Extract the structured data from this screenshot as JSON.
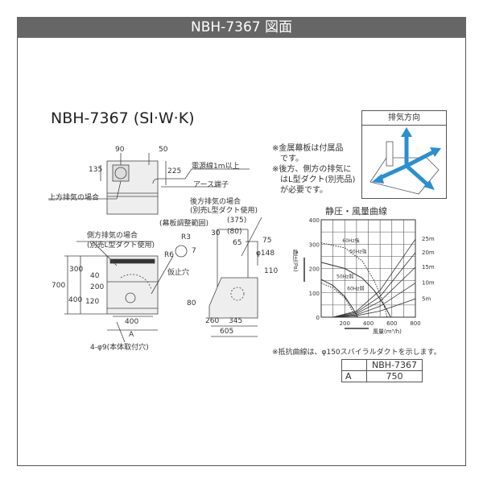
{
  "header": {
    "title": "NBH-7367 図面"
  },
  "model_title": "NBH-7367 (SI·W·K)",
  "top_view": {
    "dims": [
      "90",
      "50",
      "135",
      "225"
    ],
    "labels": {
      "power": "電源線1m以上",
      "earth": "アース端子",
      "upward": "上方排気の場合"
    }
  },
  "front_view": {
    "side_label_1": "側方排気の場合",
    "side_label_2": "(別売L型ダクト使用)",
    "dims": [
      "700",
      "300",
      "400",
      "40",
      "200",
      "120",
      "400",
      "A"
    ],
    "holes": "4-φ9(本体取付穴)",
    "temp_hole": "仮止穴",
    "r3": "R3",
    "r6": "R6",
    "d7": "7"
  },
  "side_view": {
    "rear_label_1": "後方排気の場合",
    "rear_label_2": "(別売L型ダクト使用)",
    "adjust": "(幕板調整範囲)",
    "dims": [
      "(375)",
      "30",
      "(80)",
      "65",
      "75",
      "φ148",
      "110",
      "80",
      "260",
      "345",
      "605"
    ]
  },
  "notes": [
    "※金属幕板は付属品",
    "です。",
    "※後方、側方の排気に",
    "はL型ダクト(別売品)",
    "が必要です。"
  ],
  "exhaust_box": {
    "title": "排気方向",
    "arrow_color": "#2a8fd0"
  },
  "chart_note": "※抵抗曲線は、φ150スパイラルダクトを示します。",
  "spec_table": {
    "header": [
      "",
      "NBH-7367"
    ],
    "rows": [
      [
        "A",
        "750"
      ]
    ]
  },
  "chart_data": {
    "type": "line",
    "title": "静圧・風量曲線",
    "xlabel": "風量(m³/h)",
    "ylabel": "静圧(Pa)",
    "xlim": [
      0,
      800
    ],
    "ylim": [
      0,
      400
    ],
    "xticks": [
      "200",
      "400",
      "600",
      "800"
    ],
    "yticks": [
      "0",
      "100",
      "200",
      "300",
      "400"
    ],
    "grid": true,
    "series": [
      {
        "name": "60Hz強",
        "style": "dotted",
        "points": [
          [
            0,
            305
          ],
          [
            200,
            285
          ],
          [
            350,
            230
          ],
          [
            450,
            150
          ],
          [
            520,
            70
          ],
          [
            560,
            0
          ]
        ]
      },
      {
        "name": "50Hz強",
        "style": "solid",
        "points": [
          [
            0,
            225
          ],
          [
            200,
            200
          ],
          [
            350,
            160
          ],
          [
            450,
            110
          ],
          [
            540,
            45
          ],
          [
            590,
            0
          ]
        ]
      },
      {
        "name": "50Hz弱",
        "style": "solid",
        "points": [
          [
            0,
            155
          ],
          [
            100,
            130
          ],
          [
            200,
            85
          ],
          [
            270,
            35
          ],
          [
            310,
            0
          ]
        ]
      },
      {
        "name": "60Hz弱",
        "style": "dotted",
        "points": [
          [
            0,
            140
          ],
          [
            100,
            120
          ],
          [
            200,
            80
          ],
          [
            260,
            30
          ],
          [
            290,
            0
          ]
        ]
      }
    ],
    "resistance": [
      {
        "name": "25m",
        "points": [
          [
            100,
            0
          ],
          [
            300,
            25
          ],
          [
            500,
            110
          ],
          [
            800,
            320
          ]
        ]
      },
      {
        "name": "20m",
        "points": [
          [
            100,
            0
          ],
          [
            300,
            20
          ],
          [
            500,
            85
          ],
          [
            800,
            265
          ]
        ]
      },
      {
        "name": "15m",
        "points": [
          [
            100,
            0
          ],
          [
            300,
            15
          ],
          [
            500,
            65
          ],
          [
            800,
            205
          ]
        ]
      },
      {
        "name": "10m",
        "points": [
          [
            100,
            0
          ],
          [
            300,
            10
          ],
          [
            500,
            45
          ],
          [
            800,
            140
          ]
        ]
      },
      {
        "name": "5m",
        "points": [
          [
            100,
            0
          ],
          [
            300,
            6
          ],
          [
            500,
            25
          ],
          [
            800,
            75
          ]
        ]
      }
    ]
  }
}
